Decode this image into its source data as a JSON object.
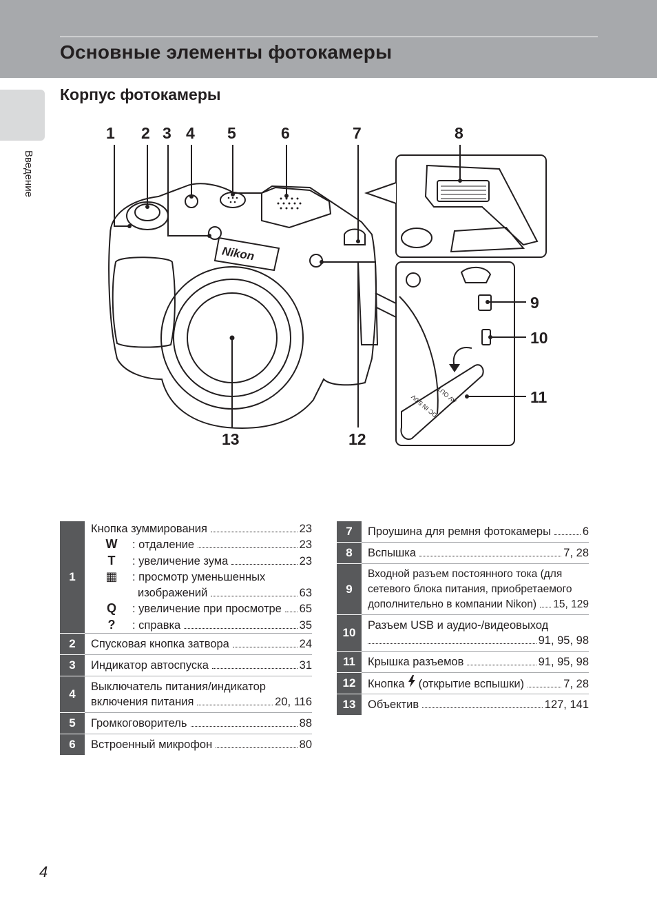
{
  "header": {
    "title": "Основные элементы фотокамеры"
  },
  "section": {
    "title": "Корпус фотокамеры"
  },
  "side_tab": {
    "label": "Введение"
  },
  "figure": {
    "callouts": [
      "1",
      "2",
      "3",
      "4",
      "5",
      "6",
      "7",
      "8",
      "9",
      "10",
      "11",
      "12",
      "13"
    ],
    "camera_brand": "Nikon",
    "port_labels": [
      "DC IN",
      "5.0V",
      "AV",
      "OUT"
    ]
  },
  "left_table": {
    "rows": [
      {
        "num": "1",
        "title": "Кнопка зуммирования",
        "page": "23",
        "subs": [
          {
            "symbol": "W",
            "text": ": отдаление",
            "page": "23"
          },
          {
            "symbol": "T",
            "text": ": увеличение зума",
            "page": "23"
          },
          {
            "symbol": "▦",
            "text": ": просмотр уменьшенных",
            "cont": "изображений",
            "page": "63"
          },
          {
            "symbol": "Q",
            "text": ": увеличение при просмотре",
            "page": "65"
          },
          {
            "symbol": "?",
            "text": ": справка",
            "page": "35"
          }
        ]
      },
      {
        "num": "2",
        "text": "Спусковая кнопка затвора",
        "page": "24"
      },
      {
        "num": "3",
        "text": "Индикатор автоспуска",
        "page": "31"
      },
      {
        "num": "4",
        "text": "Выключатель питания/индикатор",
        "text2": "включения питания",
        "page": "20, 116"
      },
      {
        "num": "5",
        "text": "Громкоговоритель",
        "page": "88"
      },
      {
        "num": "6",
        "text": "Встроенный микрофон",
        "page": "80"
      }
    ]
  },
  "right_table": {
    "rows": [
      {
        "num": "7",
        "text": "Проушина для ремня фотокамеры",
        "page": "6"
      },
      {
        "num": "8",
        "text": "Вспышка",
        "page": "7, 28"
      },
      {
        "num": "9",
        "text": "Входной разъем постоянного тока (для",
        "text2": "сетевого блока питания, приобретаемого",
        "text3": "дополнительно в компании Nikon)",
        "page": "15, 129"
      },
      {
        "num": "10",
        "text": "Разъем USB и аудио-/видеовыход",
        "page": "91, 95, 98"
      },
      {
        "num": "11",
        "text": "Крышка разъемов",
        "page": "91, 95, 98"
      },
      {
        "num": "12",
        "text": "Кнопка",
        "icon": "flash-icon",
        "text_after": "(открытие вспышки)",
        "page": "7, 28"
      },
      {
        "num": "13",
        "text": "Объектив",
        "page": "127, 141"
      }
    ]
  },
  "page_number": "4",
  "colors": {
    "header_band": "#a7a9ac",
    "number_cell": "#58595b",
    "side_tab": "#d9dadb"
  }
}
